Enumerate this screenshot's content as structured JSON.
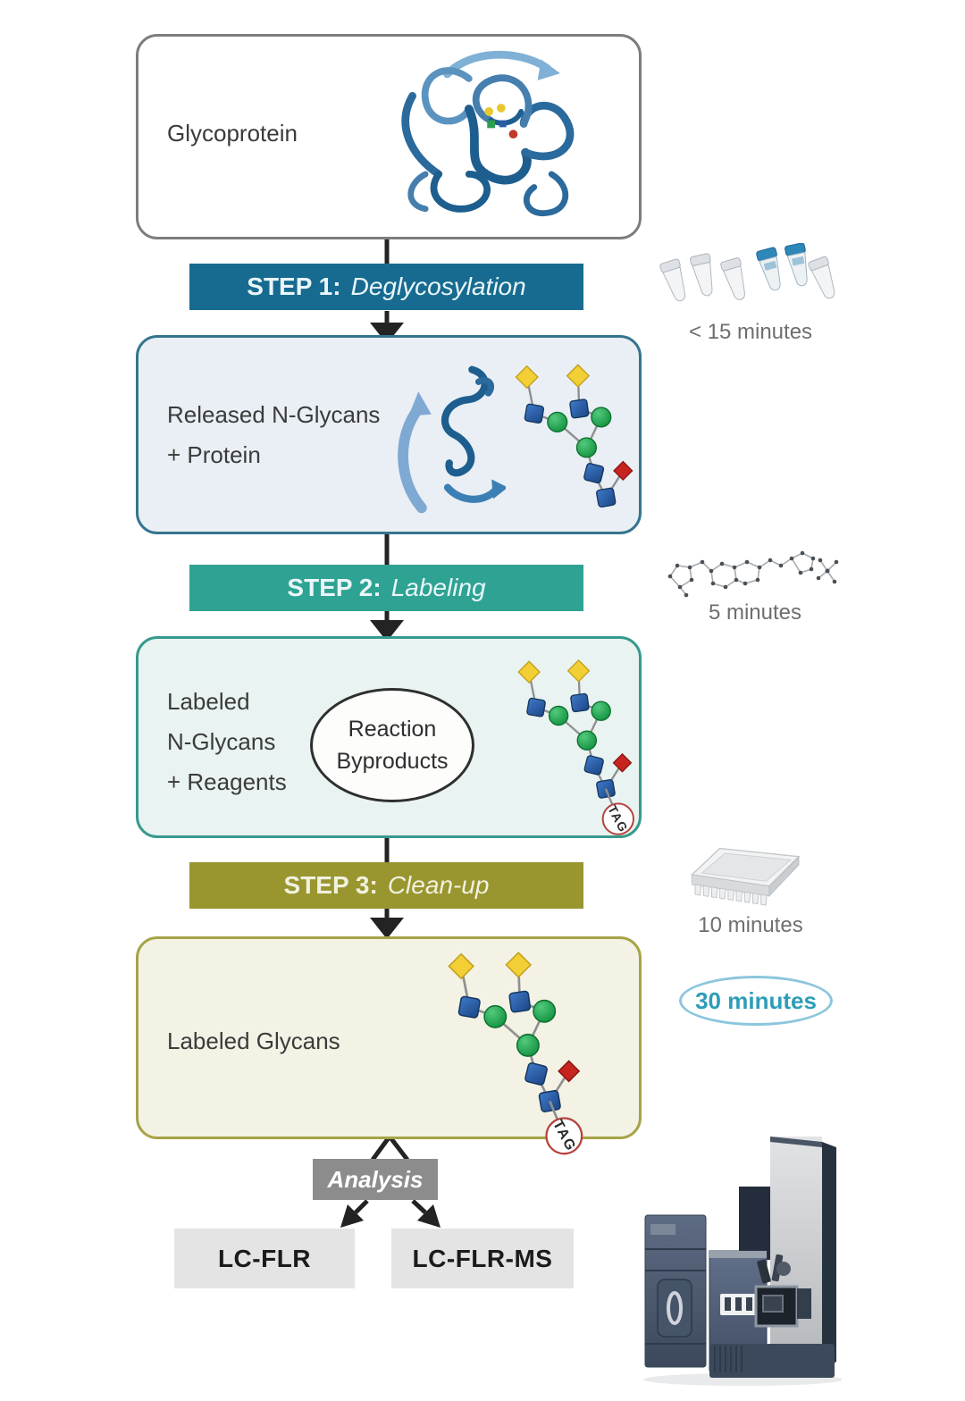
{
  "page": {
    "background": "#ffffff"
  },
  "colors": {
    "step1_banner": "#176B90",
    "step2_banner": "#2EA393",
    "step3_banner": "#99962F",
    "box1_border": "#7D7D7D",
    "box2_bg": "#E9EFF5",
    "box2_border": "#34758E",
    "box3_bg": "#E9F3F1",
    "box3_border": "#379A8C",
    "box4_bg": "#F3F2E5",
    "box4_border": "#A6A348",
    "analysis_bg": "#8C8C8C",
    "output_bg": "#E4E4E4",
    "time_text": "#6D6E70",
    "total_time_text": "#2D9DB8",
    "total_time_ring": "#8CC6DD",
    "tag_ring": "#B5423D",
    "arrow": "#232323"
  },
  "icons": {
    "box1": "folded-glycoprotein-icon",
    "box2": "unfolding-protein-icon",
    "glycan": "n-glycan-icon",
    "step1_time": "microcentrifuge-tubes-icon",
    "step2_time": "labeling-reagent-molecule-icon",
    "step3_time": "96-well-plate-icon",
    "analysis": "lc-ms-instrument-icon"
  },
  "flow": {
    "glycoprotein": {
      "label": "Glycoprotein"
    },
    "step1": {
      "prefix": "STEP 1:",
      "name": "Deglycosylation",
      "time": "< 15 minutes"
    },
    "released": {
      "line1": "Released N-Glycans",
      "line2": "+ Protein"
    },
    "step2": {
      "prefix": "STEP 2:",
      "name": "Labeling",
      "time": "5 minutes"
    },
    "labeled": {
      "line1": "Labeled",
      "line2": "N-Glycans",
      "line3": "+ Reagents",
      "byproducts_line1": "Reaction",
      "byproducts_line2": "Byproducts"
    },
    "step3": {
      "prefix": "STEP 3:",
      "name": "Clean-up",
      "time": "10 minutes"
    },
    "labeled_glycans": {
      "label": "Labeled Glycans"
    },
    "total_time": "30 minutes",
    "analysis": {
      "label": "Analysis"
    },
    "outputs": [
      {
        "label": "LC-FLR"
      },
      {
        "label": "LC-FLR-MS"
      }
    ],
    "tag_label": "TAG"
  }
}
